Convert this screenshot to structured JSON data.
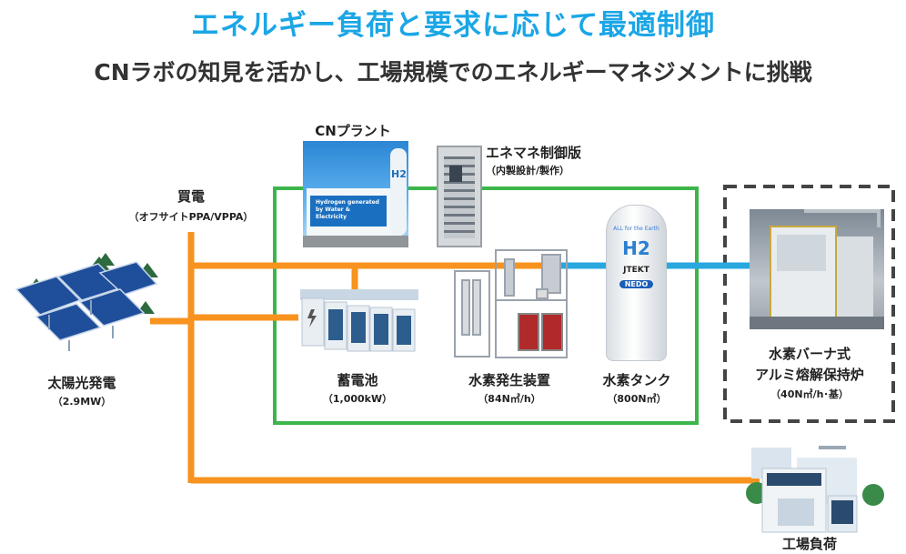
{
  "header": {
    "title": "エネルギー負荷と要求に応じて最適制御",
    "subtitle": "CNラボの知見を活かし、工場規模でのエネルギーマネジメントに挑戦"
  },
  "nodes": {
    "grid_purchase": {
      "label": "買電",
      "sub": "（オフサイトPPA/VPPA）"
    },
    "cn_plant": {
      "label": "CNプラント",
      "sign_text": "Hydrogen generated by Water & Electricity",
      "h2_mark": "H2"
    },
    "ems_panel": {
      "label": "エネマネ制御版",
      "sub": "（内製設計/製作）"
    },
    "solar": {
      "label": "太陽光発電",
      "sub": "（2.9MW）"
    },
    "battery": {
      "label": "蓄電池",
      "sub": "（1,000kW）"
    },
    "electrolyzer": {
      "label": "水素発生装置",
      "sub": "（84N㎥/h）"
    },
    "h2_tank": {
      "label": "水素タンク",
      "sub": "（800N㎥）",
      "mark": "H2",
      "brand": "JTEKT",
      "badge": "NEDO",
      "tag": "ALL for the Earth"
    },
    "furnace": {
      "label1": "水素バーナ式",
      "label2": "アルミ熔解保持炉",
      "sub": "（40N㎥/h･基）"
    },
    "factory": {
      "label": "工場負荷"
    }
  },
  "colors": {
    "title_blue": "#1ba6e6",
    "power_line": "#f7931e",
    "control_box": "#3cb54a",
    "hydrogen_line": "#29a8e0",
    "dashed_box": "#444444"
  }
}
